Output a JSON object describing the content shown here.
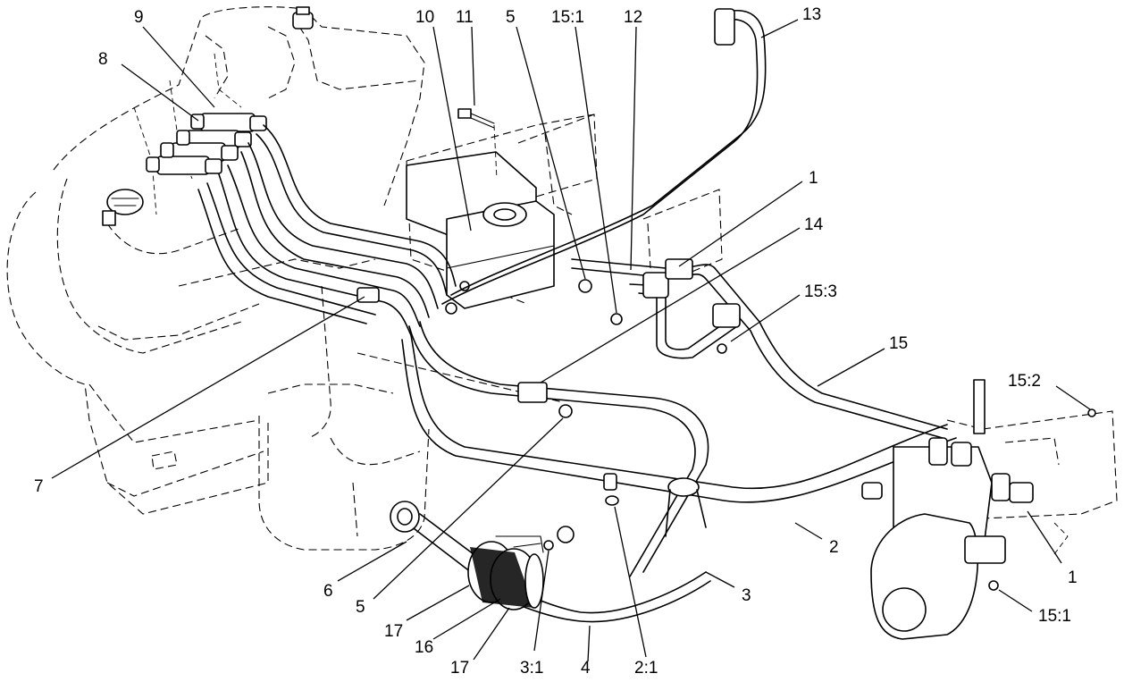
{
  "diagram": {
    "callouts": [
      {
        "id": "c9",
        "label": "9"
      },
      {
        "id": "c8",
        "label": "8"
      },
      {
        "id": "c10",
        "label": "10"
      },
      {
        "id": "c11",
        "label": "11"
      },
      {
        "id": "c5a",
        "label": "5"
      },
      {
        "id": "c15_1a",
        "label": "15:1"
      },
      {
        "id": "c12",
        "label": "12"
      },
      {
        "id": "c13",
        "label": "13"
      },
      {
        "id": "c1a",
        "label": "1"
      },
      {
        "id": "c14",
        "label": "14"
      },
      {
        "id": "c15_3",
        "label": "15:3"
      },
      {
        "id": "c15",
        "label": "15"
      },
      {
        "id": "c15_2",
        "label": "15:2"
      },
      {
        "id": "c7",
        "label": "7"
      },
      {
        "id": "c1b",
        "label": "1"
      },
      {
        "id": "c2",
        "label": "2"
      },
      {
        "id": "c3",
        "label": "3"
      },
      {
        "id": "c15_1b",
        "label": "15:1"
      },
      {
        "id": "c6",
        "label": "6"
      },
      {
        "id": "c5b",
        "label": "5"
      },
      {
        "id": "c17a",
        "label": "17"
      },
      {
        "id": "c16",
        "label": "16"
      },
      {
        "id": "c17b",
        "label": "17"
      },
      {
        "id": "c3_1",
        "label": "3:1"
      },
      {
        "id": "c4",
        "label": "4"
      },
      {
        "id": "c2_1",
        "label": "2:1"
      }
    ]
  }
}
